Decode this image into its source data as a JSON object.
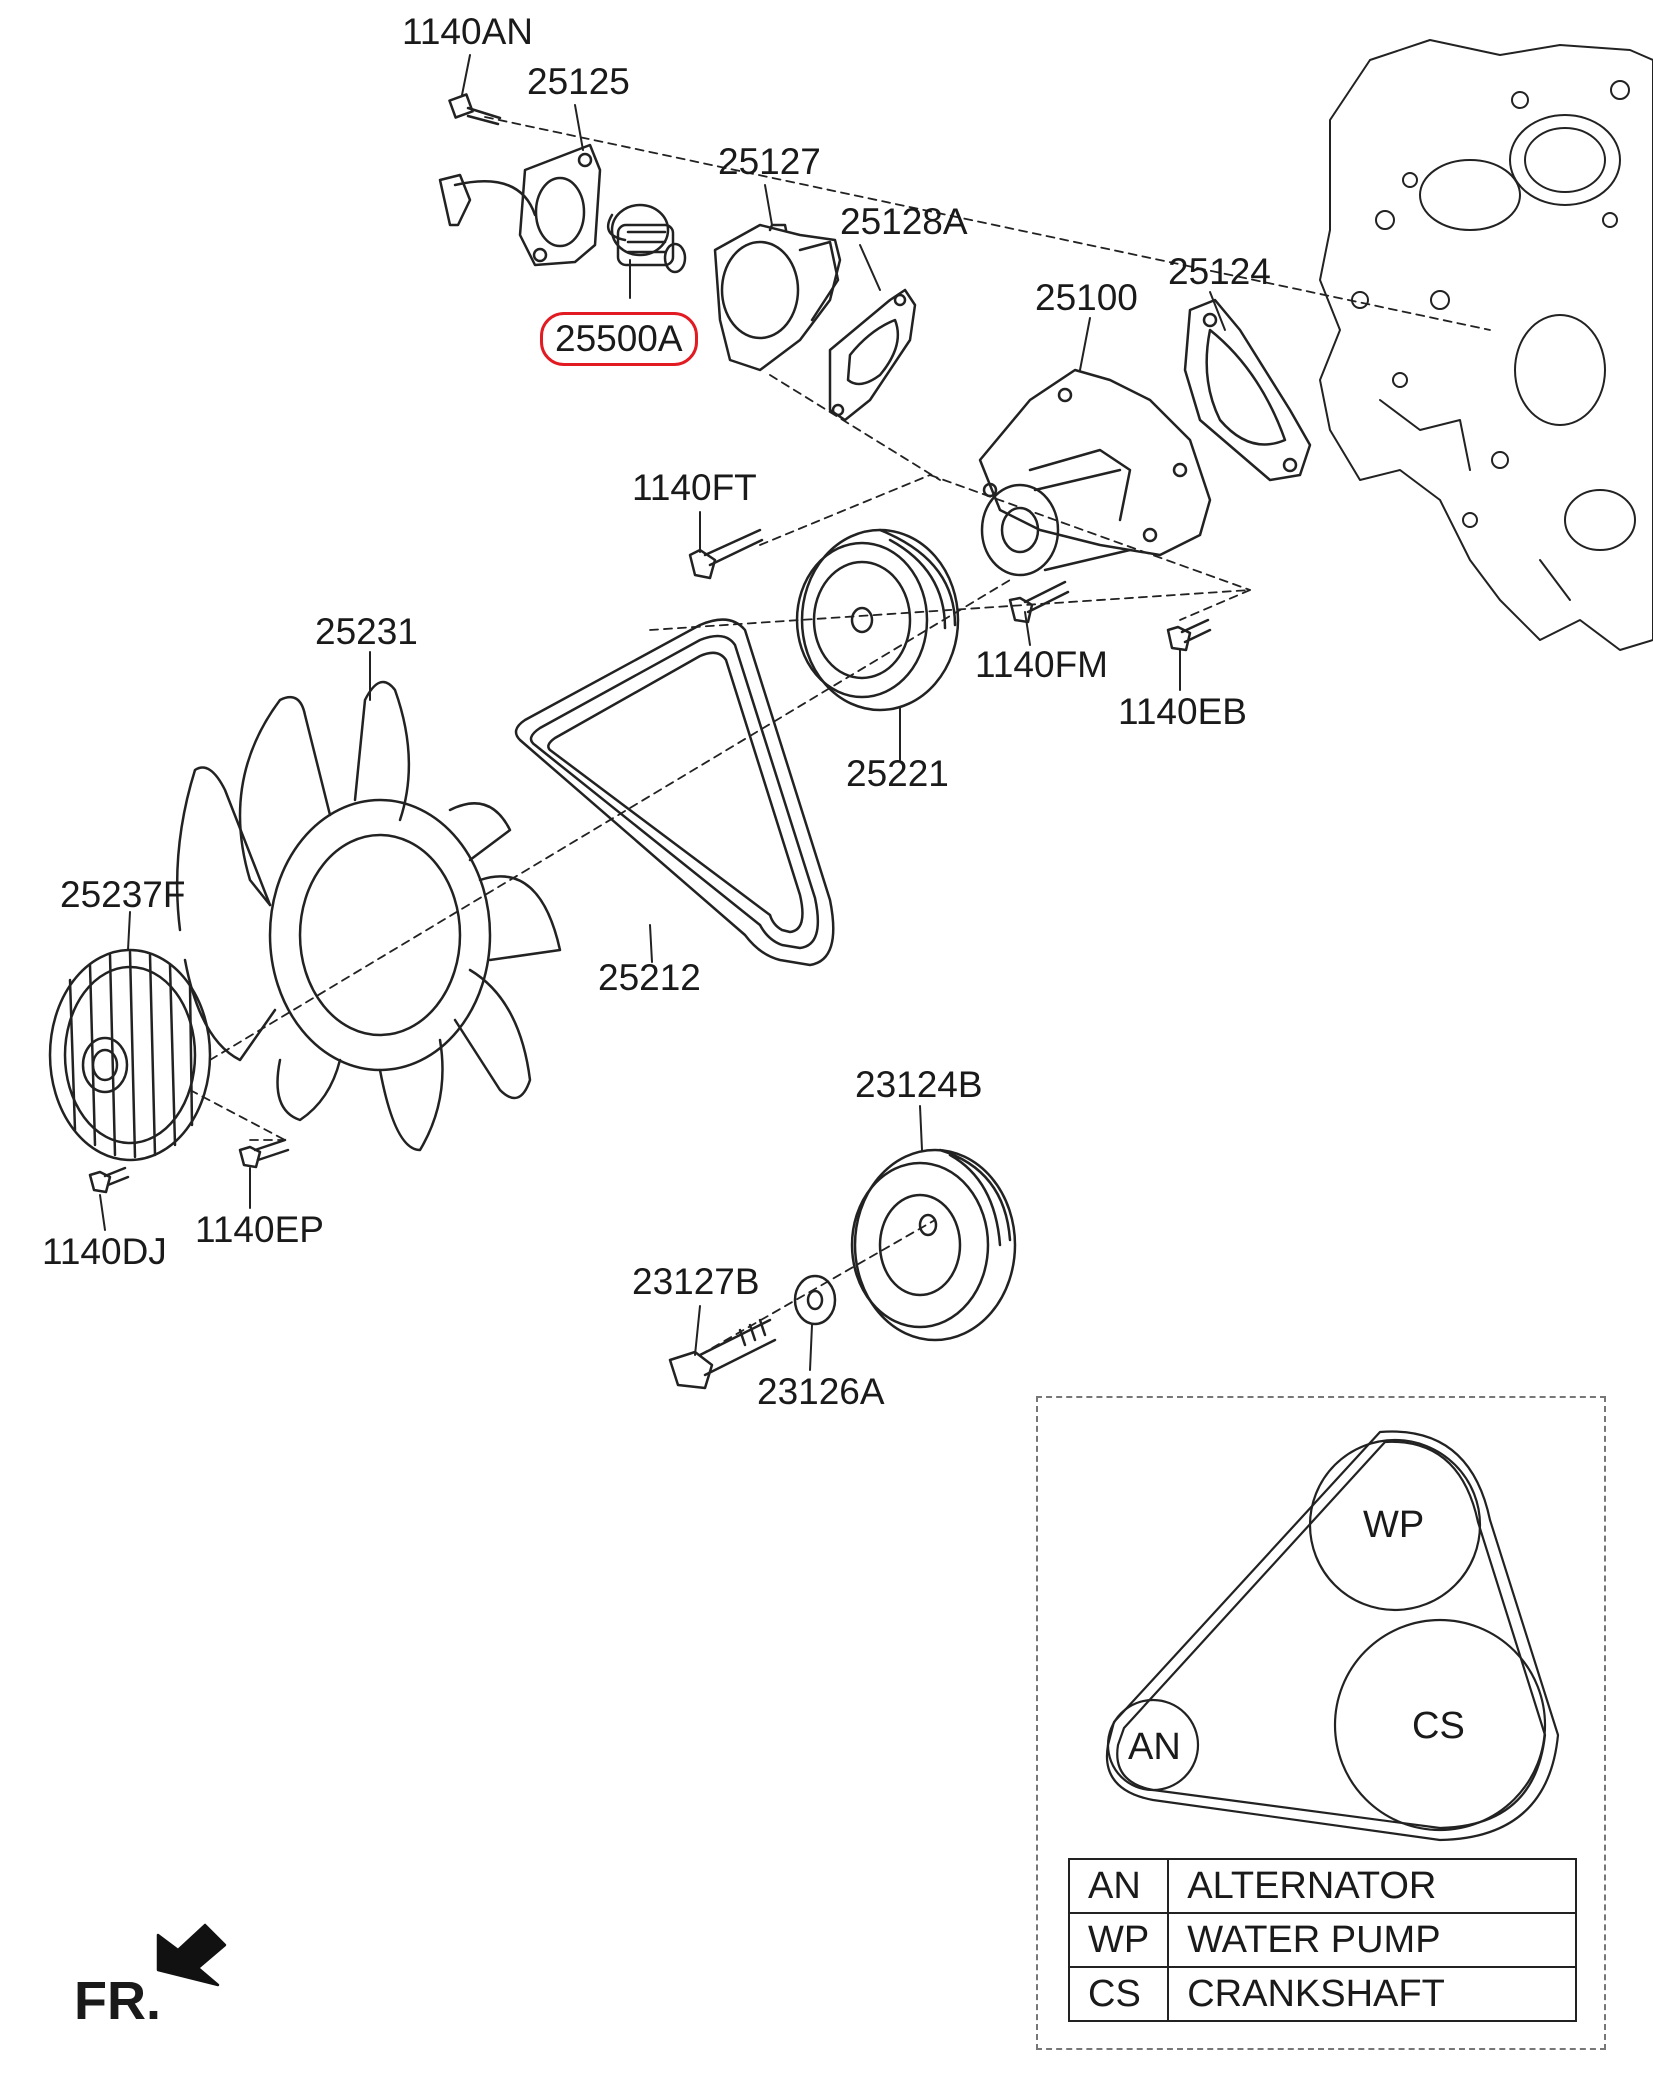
{
  "diagram": {
    "callouts": [
      {
        "id": "1140AN",
        "text": "1140AN"
      },
      {
        "id": "25125",
        "text": "25125"
      },
      {
        "id": "25127",
        "text": "25127"
      },
      {
        "id": "25128A",
        "text": "25128A"
      },
      {
        "id": "25500A",
        "text": "25500A",
        "highlighted": true
      },
      {
        "id": "25100",
        "text": "25100"
      },
      {
        "id": "25124",
        "text": "25124"
      },
      {
        "id": "1140FT",
        "text": "1140FT"
      },
      {
        "id": "1140FM",
        "text": "1140FM"
      },
      {
        "id": "1140EB",
        "text": "1140EB"
      },
      {
        "id": "25231",
        "text": "25231"
      },
      {
        "id": "25221",
        "text": "25221"
      },
      {
        "id": "25237F",
        "text": "25237F"
      },
      {
        "id": "25212",
        "text": "25212"
      },
      {
        "id": "23124B",
        "text": "23124B"
      },
      {
        "id": "1140DJ",
        "text": "1140DJ"
      },
      {
        "id": "1140EP",
        "text": "1140EP"
      },
      {
        "id": "23127B",
        "text": "23127B"
      },
      {
        "id": "23126A",
        "text": "23126A"
      }
    ],
    "highlight_color": "#e21b23"
  },
  "belt_layout": {
    "pulleys": [
      {
        "label": "WP"
      },
      {
        "label": "CS"
      },
      {
        "label": "AN"
      }
    ]
  },
  "legend": {
    "rows": [
      {
        "abbr": "AN",
        "name": "ALTERNATOR"
      },
      {
        "abbr": "WP",
        "name": "WATER PUMP"
      },
      {
        "abbr": "CS",
        "name": "CRANKSHAFT"
      }
    ]
  },
  "orientation": {
    "label": "FR."
  }
}
